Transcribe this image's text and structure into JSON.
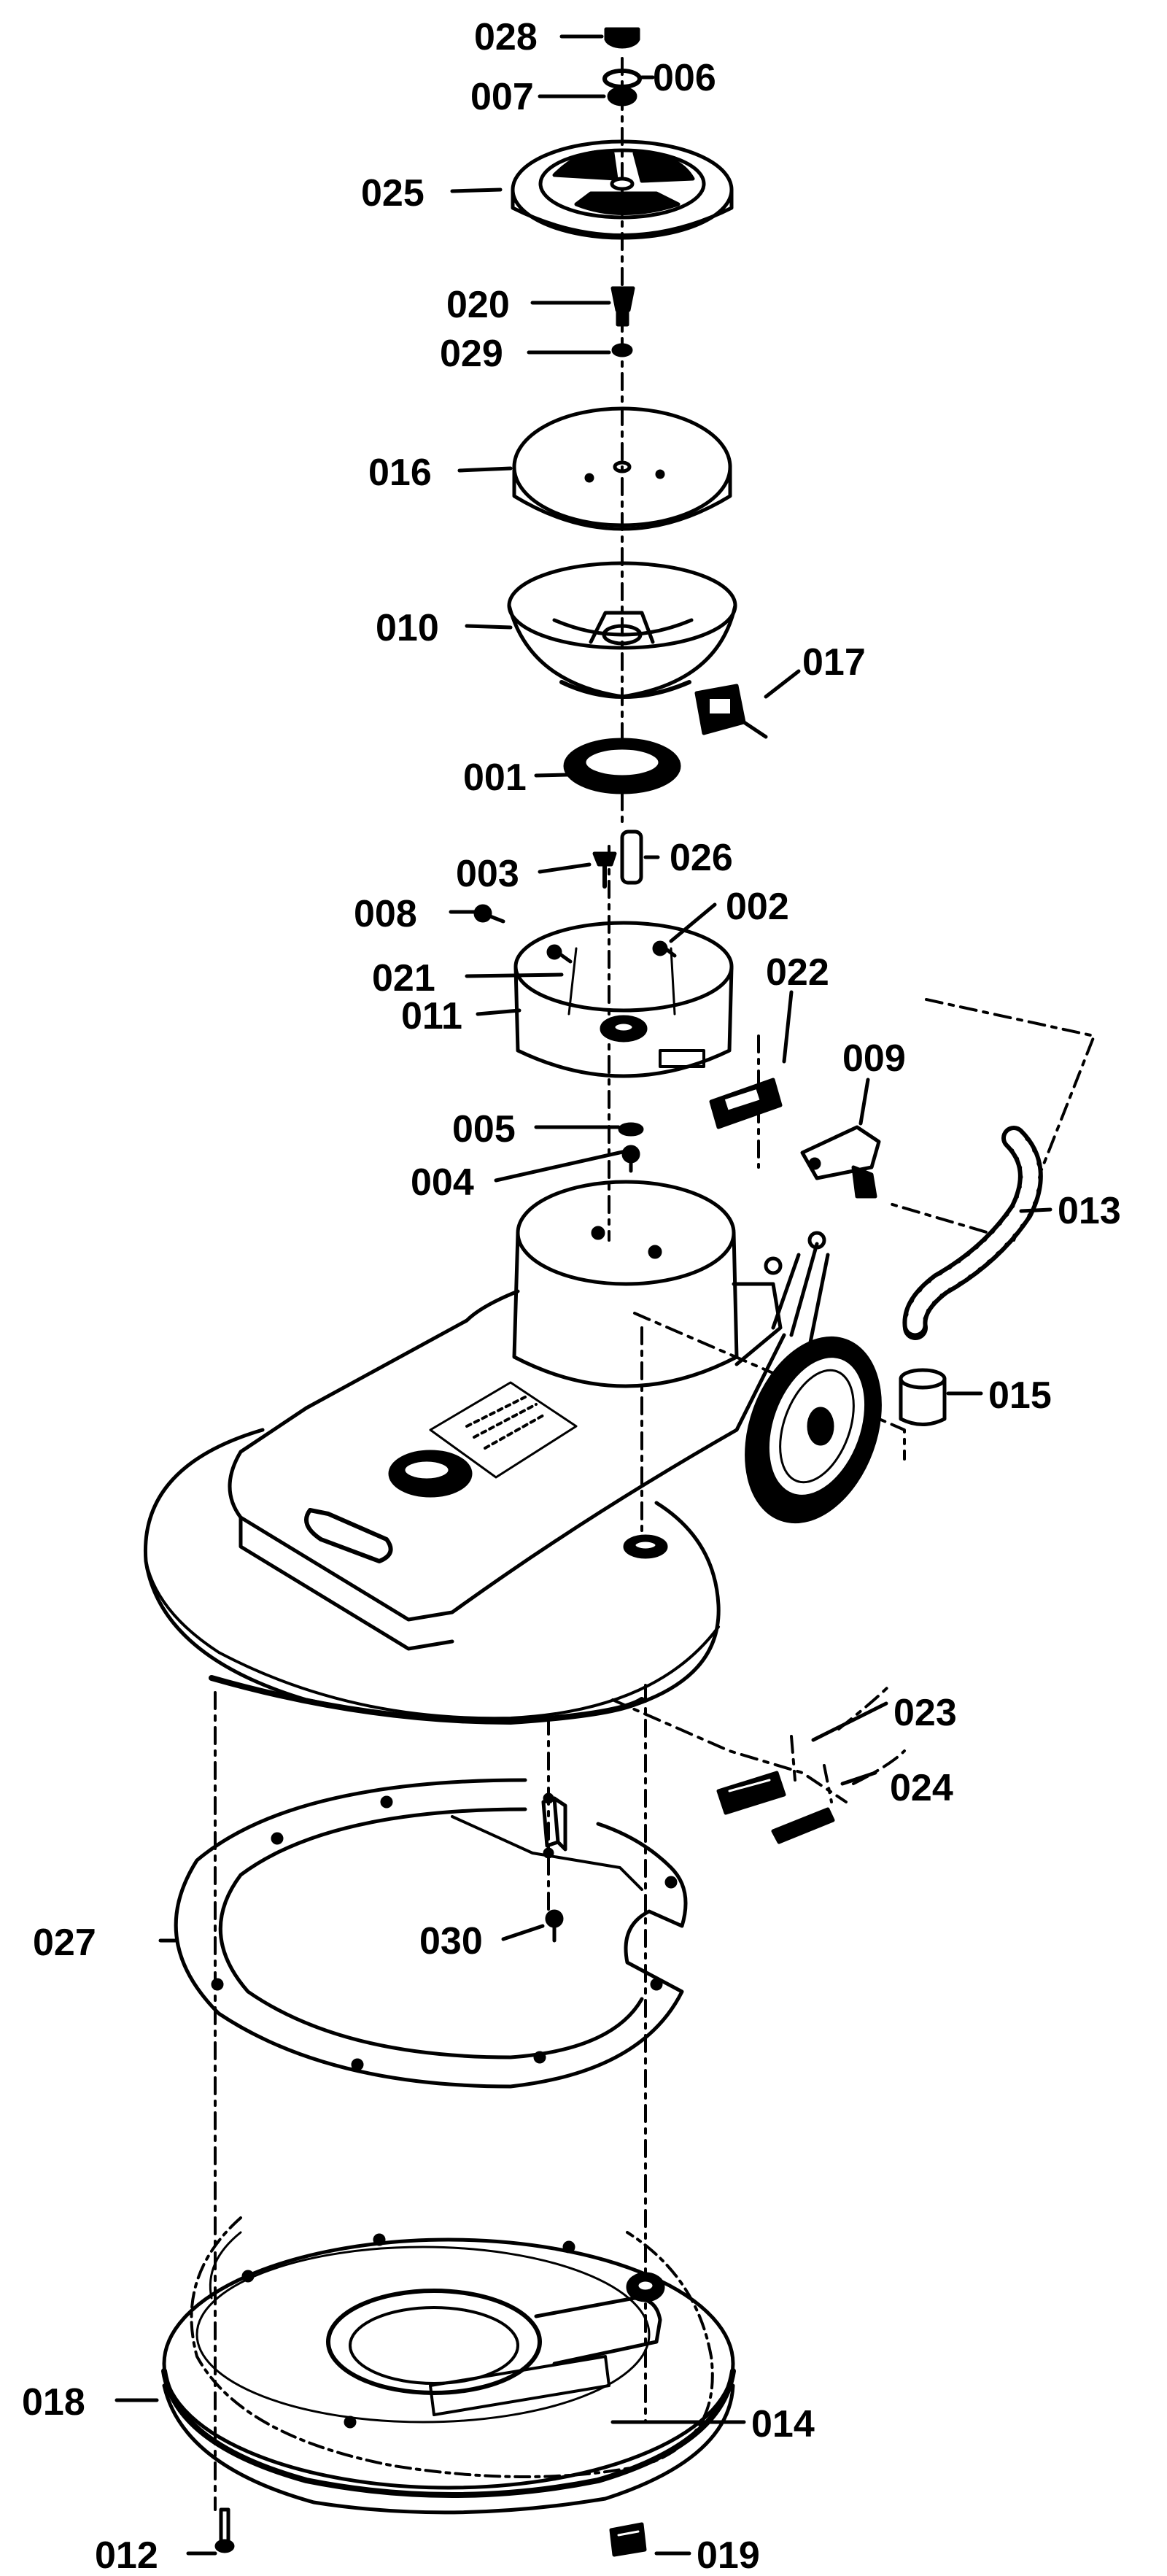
{
  "diagram": {
    "type": "exploded-parts-view",
    "part_labels": {
      "p028": "028",
      "p006": "006",
      "p007": "007",
      "p025": "025",
      "p020": "020",
      "p029": "029",
      "p016": "016",
      "p010": "010",
      "p017": "017",
      "p001": "001",
      "p003": "003",
      "p026": "026",
      "p008": "008",
      "p002": "002",
      "p021": "021",
      "p022": "022",
      "p011": "011",
      "p009": "009",
      "p005": "005",
      "p013": "013",
      "p004": "004",
      "p015": "015",
      "p023": "023",
      "p024": "024",
      "p027": "027",
      "p030": "030",
      "p018": "018",
      "p014": "014",
      "p012": "012",
      "p019": "019"
    }
  }
}
